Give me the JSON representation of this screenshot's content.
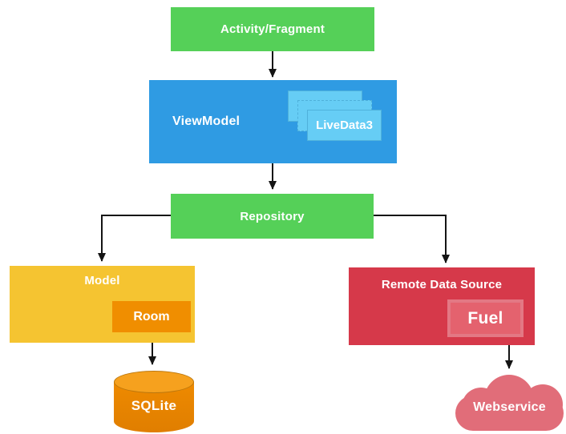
{
  "colors": {
    "green": "#55D058",
    "blue": "#2F9BE3",
    "light-blue": "#66CDF5",
    "yellow": "#F5C431",
    "orange": "#F08E00",
    "cyl-top": "#F6A11E",
    "cyl-body": "#EE8A00",
    "cyl-body-deep": "#E07E00",
    "red": "#D6394A",
    "light-red": "#E4626E",
    "cloud-pink": "#E16D79",
    "arrow": "#141414",
    "label": "#FFFFFF"
  },
  "diagram": {
    "type": "architecture-flowchart",
    "nodes": {
      "activity": {
        "label": "Activity/Fragment"
      },
      "viewmodel": {
        "label": "ViewModel"
      },
      "livedata": {
        "label": "LiveData3",
        "stack_count": 3
      },
      "repository": {
        "label": "Repository"
      },
      "model": {
        "label": "Model"
      },
      "room": {
        "label": "Room"
      },
      "sqlite": {
        "label": "SQLite",
        "shape": "cylinder"
      },
      "remote_data_source": {
        "label": "Remote Data Source"
      },
      "fuel": {
        "label": "Fuel"
      },
      "webservice": {
        "label": "Webservice",
        "shape": "cloud"
      }
    },
    "edges": [
      {
        "from": "Activity/Fragment",
        "to": "ViewModel"
      },
      {
        "from": "ViewModel",
        "to": "Repository"
      },
      {
        "from": "Repository",
        "to": "Model"
      },
      {
        "from": "Repository",
        "to": "Remote Data Source"
      },
      {
        "from": "Model",
        "to": "SQLite"
      },
      {
        "from": "Remote Data Source",
        "to": "Webservice"
      }
    ]
  }
}
